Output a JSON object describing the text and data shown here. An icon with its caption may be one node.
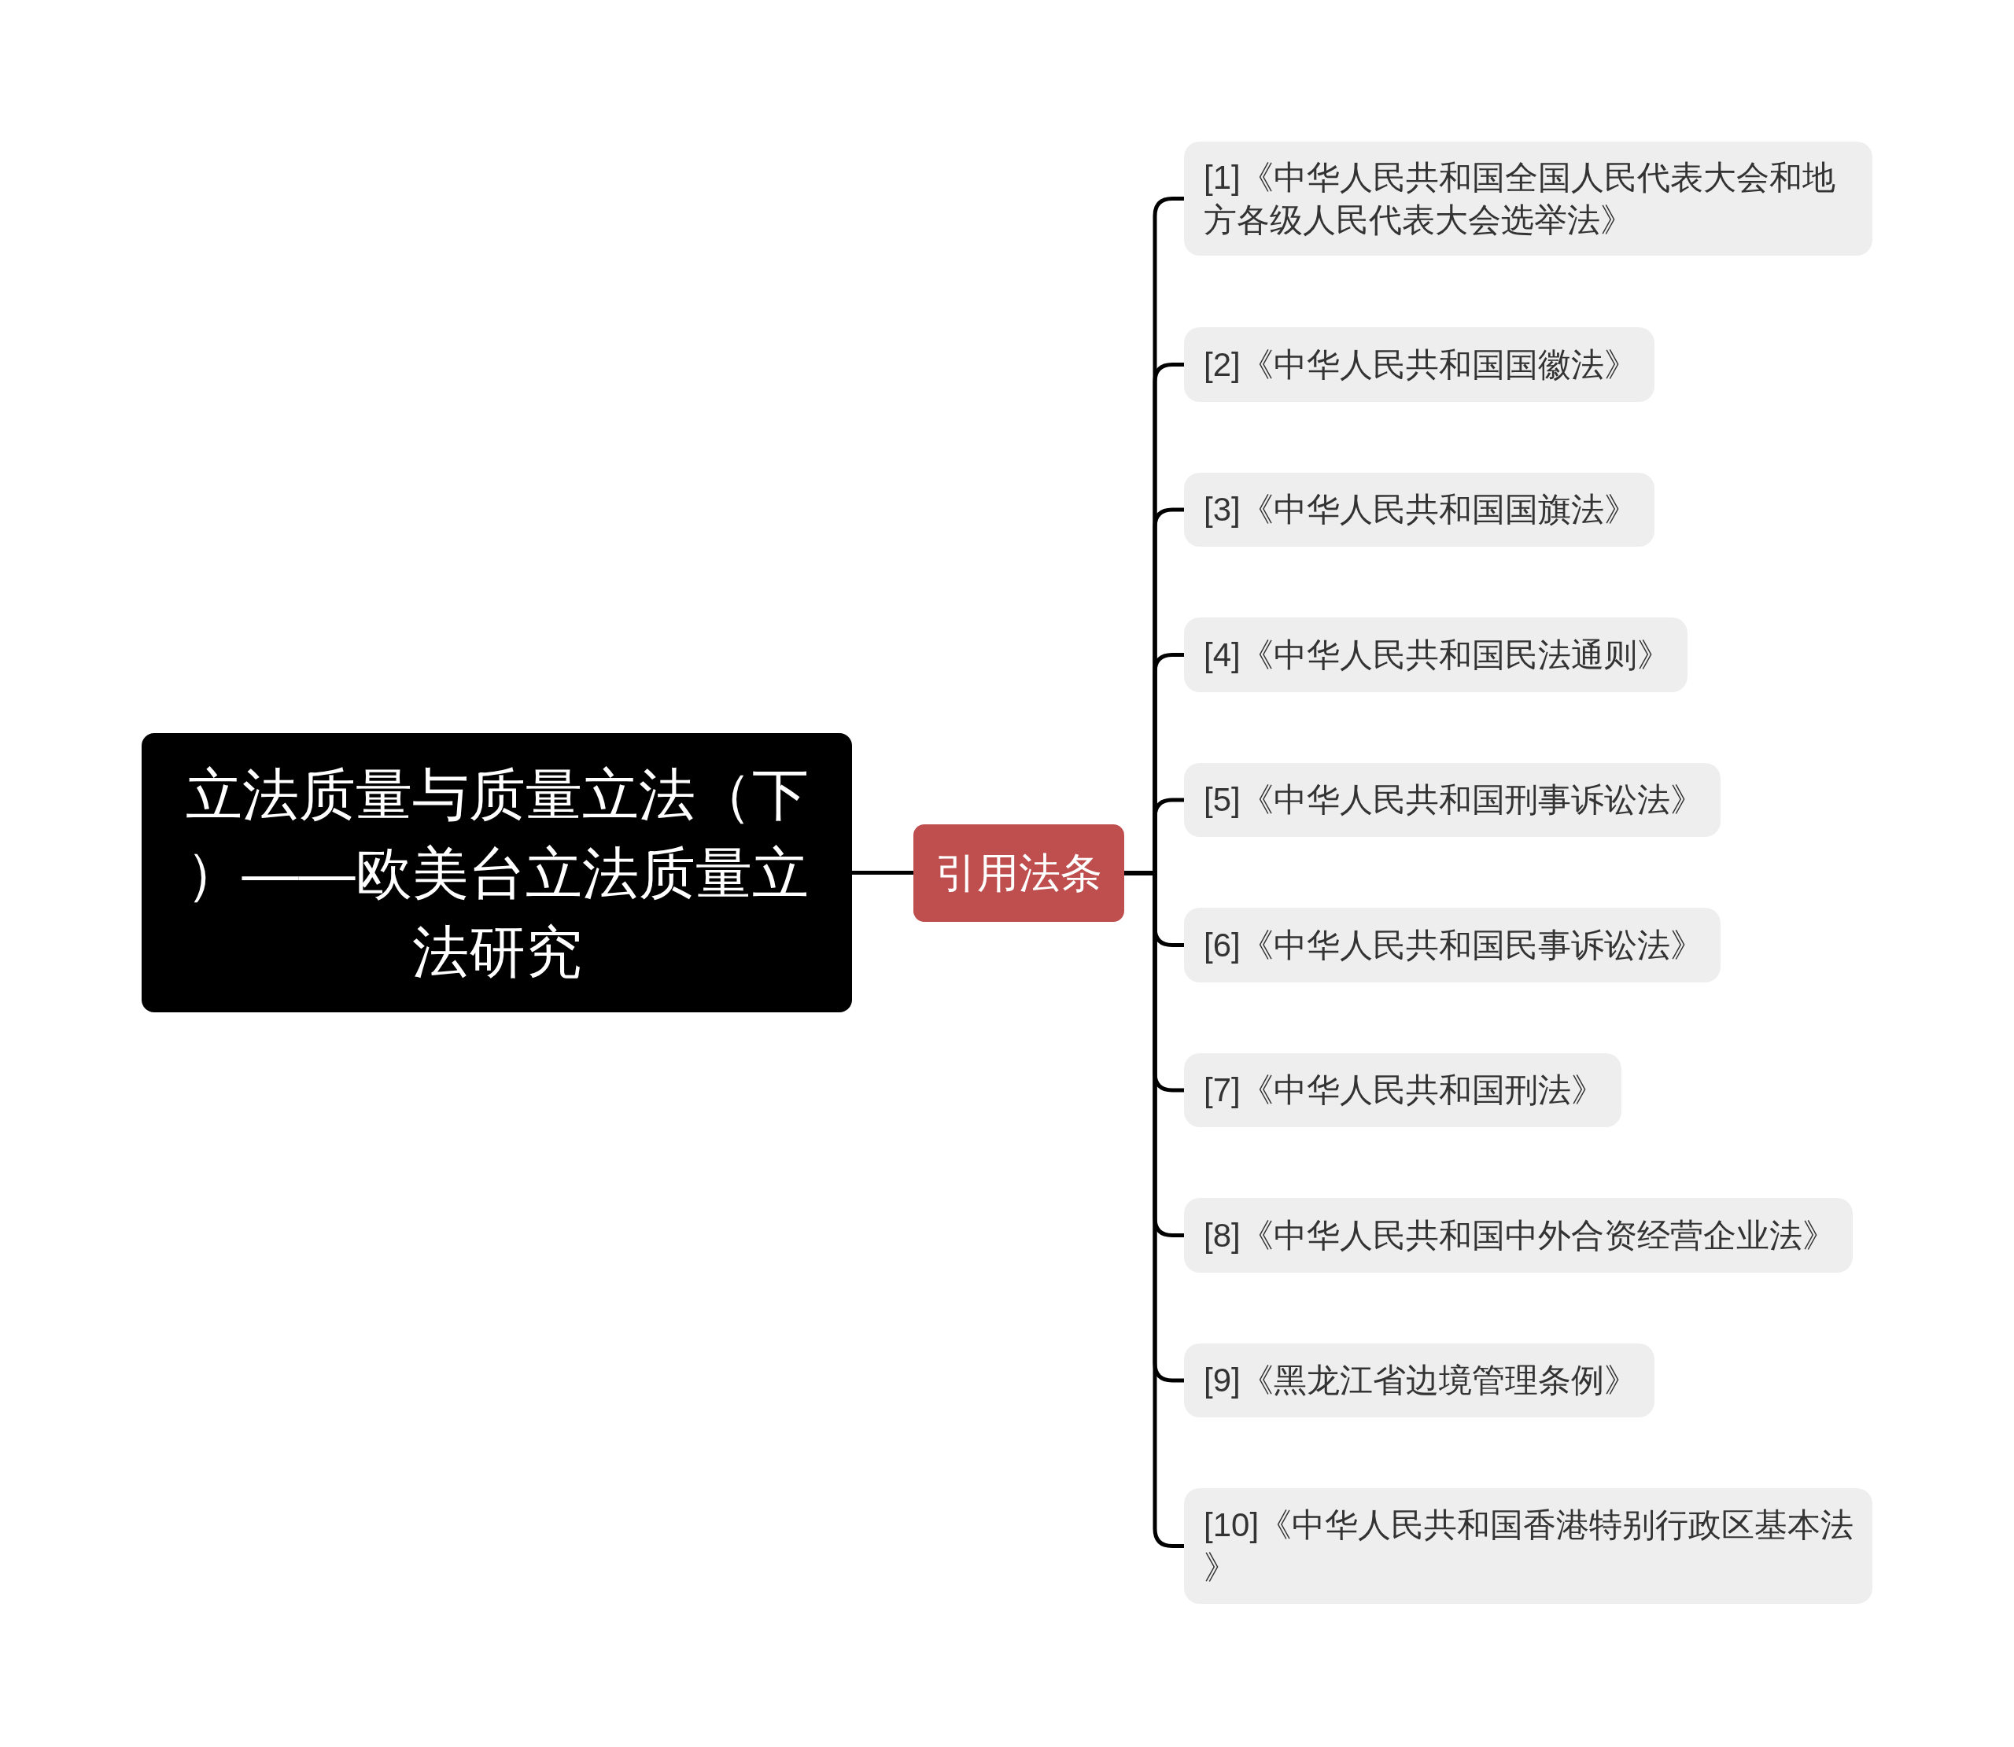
{
  "diagram": {
    "nodes": [
      {
        "text": [
          "立法质量与质量立法（下）——欧美台立法质量立法研究"
        ]
      },
      {
        "text": [
          "引用法条"
        ]
      },
      {
        "text": [
          "[1]《中华人民共和国全国人民代表大会和地方各级人民代表大会选举法》"
        ]
      },
      {
        "text": [
          "[2]《中华人民共和国国徽法》"
        ]
      },
      {
        "text": [
          "[3]《中华人民共和国国旗法》"
        ]
      },
      {
        "text": [
          "[4]《中华人民共和国民法通则》"
        ]
      },
      {
        "text": [
          "[5]《中华人民共和国刑事诉讼法》"
        ]
      },
      {
        "text": [
          "[6]《中华人民共和国民事诉讼法》"
        ]
      },
      {
        "text": [
          "[7]《中华人民共和国刑法》"
        ]
      },
      {
        "text": [
          "[8]《中华人民共和国中外合资经营企业法》"
        ]
      },
      {
        "text": [
          "[9]《黑龙江省边境管理条例》"
        ]
      },
      {
        "text": [
          "[10]《中华人民共和国香港特别行政区基本法》"
        ]
      }
    ],
    "edges": [
      {
        "from": 0,
        "to": 1,
        "arrow": "none"
      },
      {
        "from": 1,
        "to": 2,
        "arrow": "none"
      },
      {
        "from": 1,
        "to": 3,
        "arrow": "none"
      },
      {
        "from": 1,
        "to": 4,
        "arrow": "none"
      },
      {
        "from": 1,
        "to": 5,
        "arrow": "none"
      },
      {
        "from": 1,
        "to": 6,
        "arrow": "none"
      },
      {
        "from": 1,
        "to": 7,
        "arrow": "none"
      },
      {
        "from": 1,
        "to": 8,
        "arrow": "none"
      },
      {
        "from": 1,
        "to": 9,
        "arrow": "none"
      },
      {
        "from": 1,
        "to": 10,
        "arrow": "none"
      },
      {
        "from": 1,
        "to": 11,
        "arrow": "none"
      }
    ]
  }
}
